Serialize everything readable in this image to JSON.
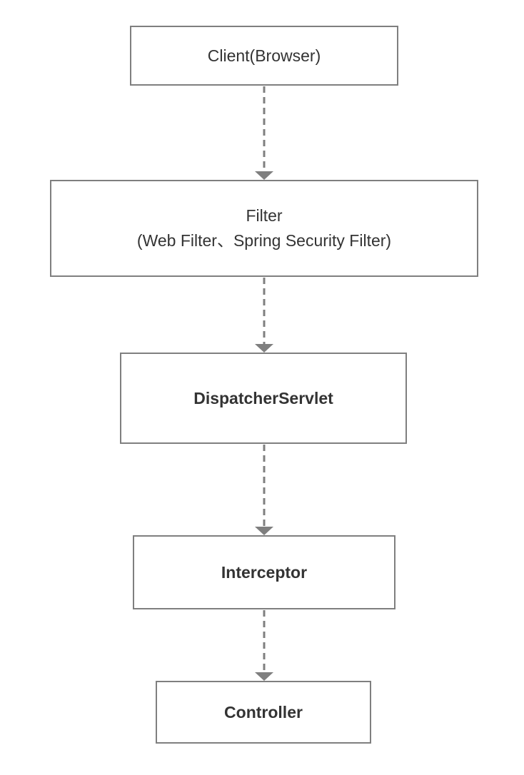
{
  "diagram": {
    "colors": {
      "border": "#7f7f7f",
      "arrow": "#7f7f7f",
      "text": "#333333",
      "background": "#ffffff"
    },
    "nodes": {
      "client": {
        "lines": [
          "Client(Browser)"
        ]
      },
      "filter": {
        "lines": [
          "Filter",
          "(Web Filter、Spring Security Filter)"
        ]
      },
      "dispatcher": {
        "lines": [
          "DispatcherServlet"
        ]
      },
      "interceptor": {
        "lines": [
          "Interceptor"
        ]
      },
      "controller": {
        "lines": [
          "Controller"
        ]
      }
    },
    "edges": [
      {
        "from": "client",
        "to": "filter",
        "style": "dashed"
      },
      {
        "from": "filter",
        "to": "dispatcher",
        "style": "dashed"
      },
      {
        "from": "dispatcher",
        "to": "interceptor",
        "style": "dashed"
      },
      {
        "from": "interceptor",
        "to": "controller",
        "style": "dashed"
      }
    ]
  }
}
